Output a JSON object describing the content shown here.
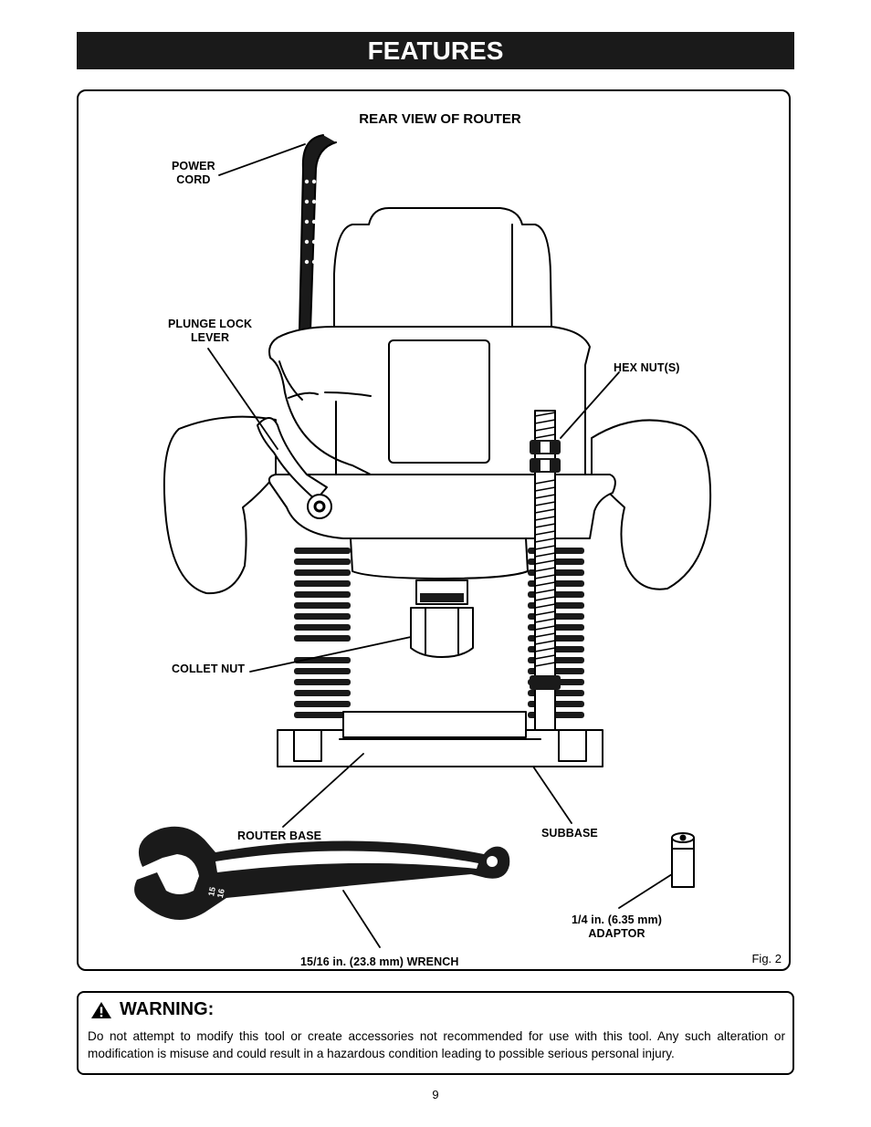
{
  "header": {
    "title": "FEATURES"
  },
  "figure": {
    "view_title": "REAR VIEW OF ROUTER",
    "figure_number": "Fig. 2",
    "labels": {
      "power_cord": "POWER\nCORD",
      "plunge_lock_lever": "PLUNGE LOCK\nLEVER",
      "hex_nuts": "HEX NUT(S)",
      "collet_nut": "COLLET NUT",
      "router_base": "ROUTER BASE",
      "subbase": "SUBBASE",
      "adaptor": "1/4 in. (6.35 mm)\nADAPTOR",
      "wrench": "15/16 in. (23.8 mm) WRENCH"
    },
    "wrench_marking": {
      "numerator": "15",
      "denominator": "16"
    }
  },
  "warning": {
    "heading": "WARNING:",
    "icon": "warning-triangle-icon",
    "text": "Do not attempt to modify this tool or create accessories not recommended for use with this tool. Any such alteration or modification is misuse and could result in a hazardous condition leading to possible serious personal injury."
  },
  "page": {
    "number": "9"
  }
}
